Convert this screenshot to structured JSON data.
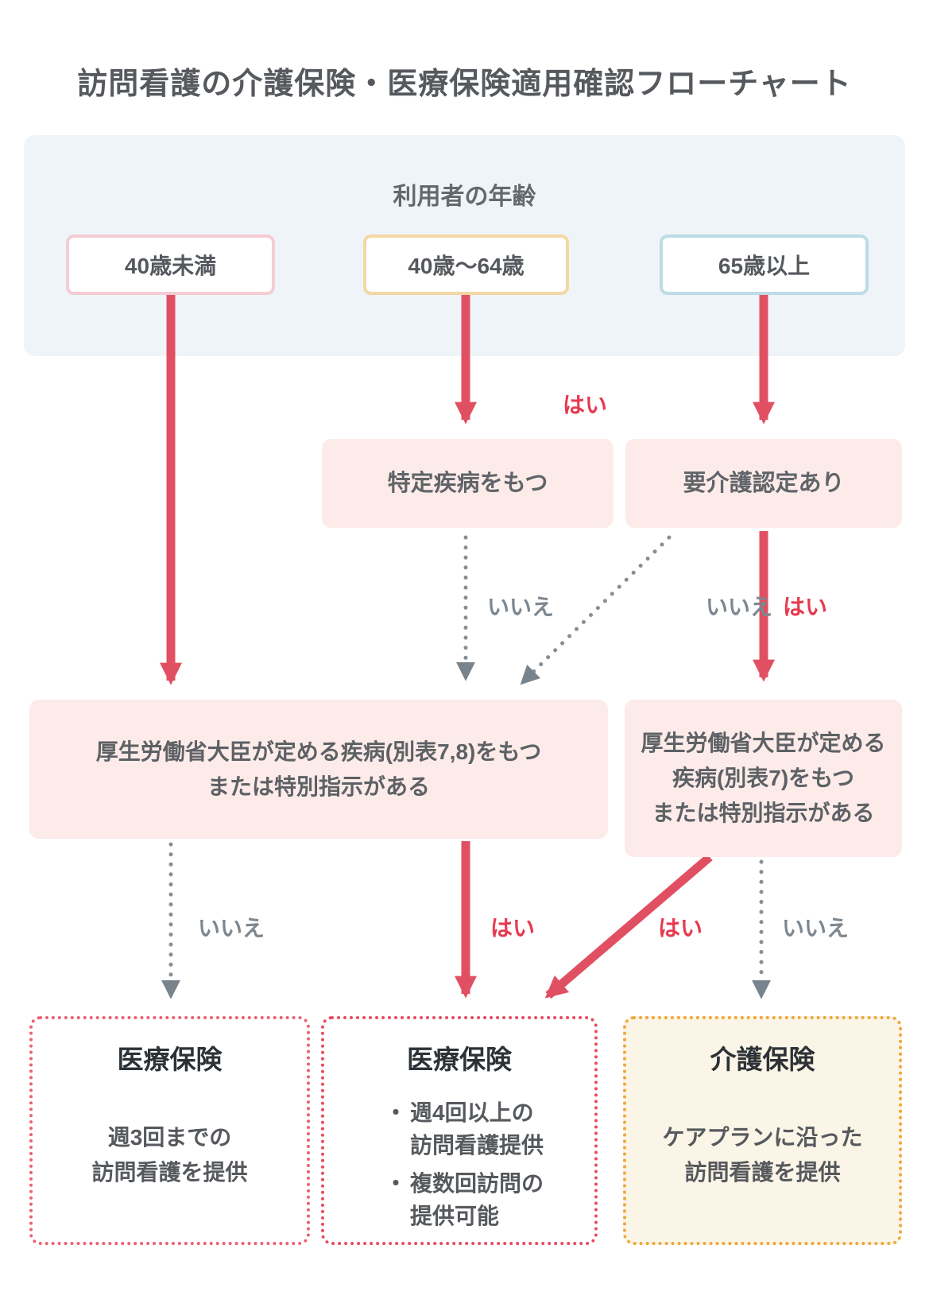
{
  "title": "訪問看護の介護保険・医療保険適用確認フローチャート",
  "age_panel": {
    "heading": "利用者の年齢",
    "options": [
      {
        "label": "40歳未満"
      },
      {
        "label": "40歳〜64歳"
      },
      {
        "label": "65歳以上"
      }
    ]
  },
  "decisions": {
    "specified_disease": "特定疾病をもつ",
    "care_certified": "要介護認定あり",
    "mhlw_disease_7_8": "厚生労働省大臣が定める疾病(別表7,8)をもつ\nまたは特別指示がある",
    "mhlw_disease_7": "厚生労働省大臣が定める\n疾病(別表7)をもつ\nまたは特別指示がある"
  },
  "labels": {
    "yes": "はい",
    "no": "いいえ"
  },
  "outcomes": {
    "medical_under40": {
      "title": "医療保険",
      "body": "週3回までの\n訪問看護を提供"
    },
    "medical_frequent": {
      "title": "医療保険",
      "bullet_char": "・",
      "bullets": [
        "週4回以上の\n訪問看護提供",
        "複数回訪問の\n提供可能"
      ]
    },
    "kaigo": {
      "title": "介護保険",
      "body": "ケアプランに沿った\n訪問看護を提供"
    }
  },
  "colors": {
    "accent_red": "#e15062",
    "yes_red": "#e63a50",
    "no_gray": "#7d8790",
    "panel_blue": "#eef4f8",
    "decision_pink": "#fcebe9",
    "outcome_cream": "#faf5e6",
    "age_border_pink": "#f5ccd3",
    "age_border_orange": "#f5d7a4",
    "age_border_blue": "#bddce5",
    "outcome_border_red": "#e74b5f",
    "outcome_border_light_red": "#ec6071",
    "outcome_border_orange": "#efa63b"
  }
}
